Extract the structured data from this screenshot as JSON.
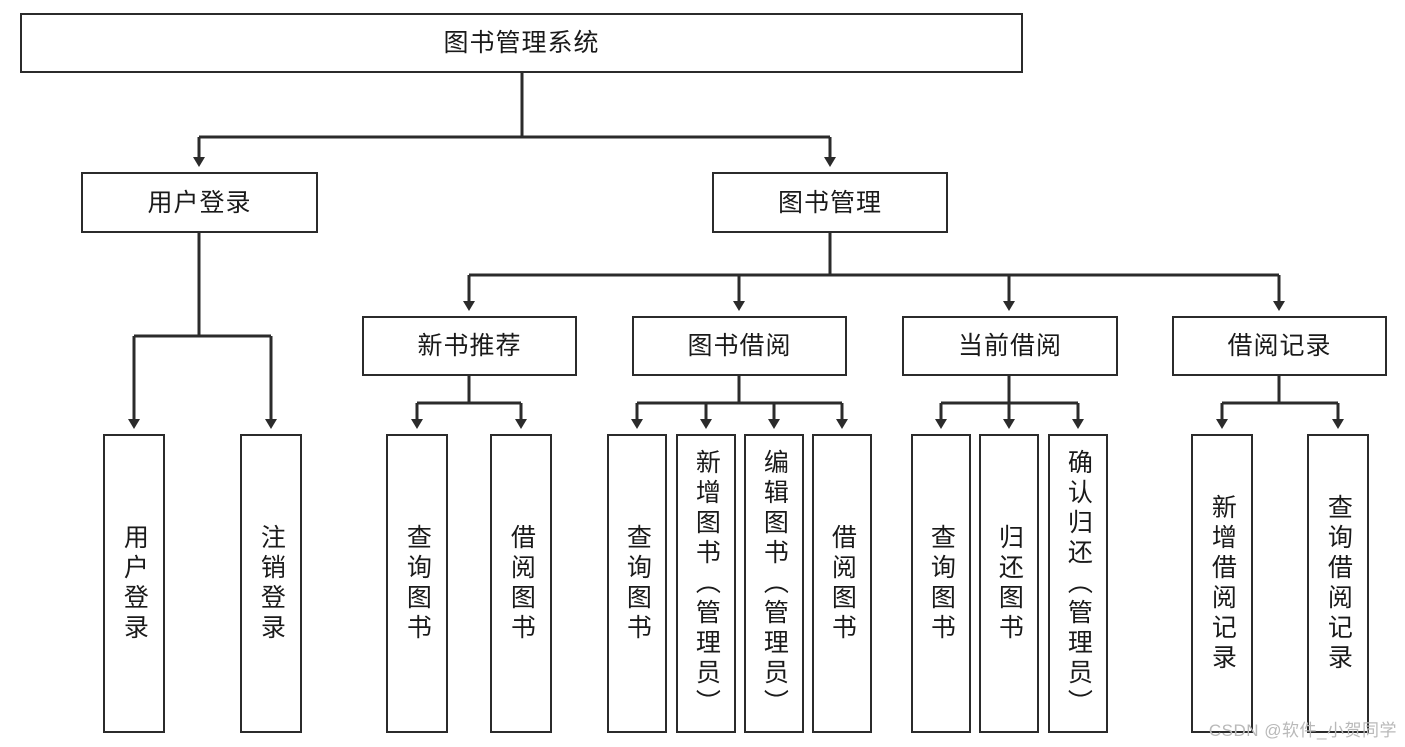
{
  "diagram": {
    "type": "tree-hierarchy",
    "title": "图书管理系统",
    "root": {
      "id": "root",
      "label": "图书管理系统"
    },
    "level2": [
      {
        "id": "user-login",
        "label": "用户登录"
      },
      {
        "id": "book-manage",
        "label": "图书管理"
      }
    ],
    "level3": [
      {
        "id": "new-book-rec",
        "label": "新书推荐",
        "parent": "book-manage"
      },
      {
        "id": "book-borrow",
        "label": "图书借阅",
        "parent": "book-manage"
      },
      {
        "id": "current-borrow",
        "label": "当前借阅",
        "parent": "book-manage"
      },
      {
        "id": "borrow-record",
        "label": "借阅记录",
        "parent": "book-manage"
      }
    ],
    "leaves": [
      {
        "id": "leaf-user-login",
        "label": "用户登录",
        "parent": "user-login"
      },
      {
        "id": "leaf-logout-login",
        "label": "注销登录",
        "parent": "user-login"
      },
      {
        "id": "leaf-query-book-1",
        "label": "查询图书",
        "parent": "new-book-rec"
      },
      {
        "id": "leaf-borrow-book-1",
        "label": "借阅图书",
        "parent": "new-book-rec"
      },
      {
        "id": "leaf-query-book-2",
        "label": "查询图书",
        "parent": "book-borrow"
      },
      {
        "id": "leaf-add-book",
        "label": "新增图书（管理员）",
        "parent": "book-borrow"
      },
      {
        "id": "leaf-edit-book",
        "label": "编辑图书（管理员）",
        "parent": "book-borrow"
      },
      {
        "id": "leaf-borrow-book-2",
        "label": "借阅图书",
        "parent": "book-borrow"
      },
      {
        "id": "leaf-query-book-3",
        "label": "查询图书",
        "parent": "current-borrow"
      },
      {
        "id": "leaf-return-book",
        "label": "归还图书",
        "parent": "current-borrow"
      },
      {
        "id": "leaf-confirm-return",
        "label": "确认归还（管理员）",
        "parent": "current-borrow"
      },
      {
        "id": "leaf-add-record",
        "label": "新增借阅记录",
        "parent": "borrow-record"
      },
      {
        "id": "leaf-query-record",
        "label": "查询借阅记录",
        "parent": "borrow-record"
      }
    ],
    "colors": {
      "stroke": "#2b2b2b",
      "fill": "#ffffff",
      "text": "#1a1a1a",
      "watermark": "#b9b9b9"
    }
  },
  "watermark": {
    "text": "CSDN @软件_小贺同学"
  }
}
